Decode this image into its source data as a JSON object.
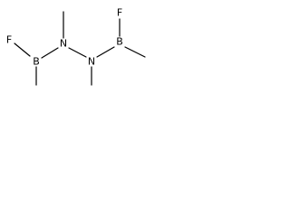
{
  "molecule": {
    "atoms": {
      "f_left": "F",
      "b_left": "B",
      "n_left": "N",
      "n_right": "N",
      "b_right": "B",
      "f_right": "F"
    },
    "colors": {
      "bond": "#000000",
      "label": "#000000",
      "background": "#ffffff"
    }
  }
}
